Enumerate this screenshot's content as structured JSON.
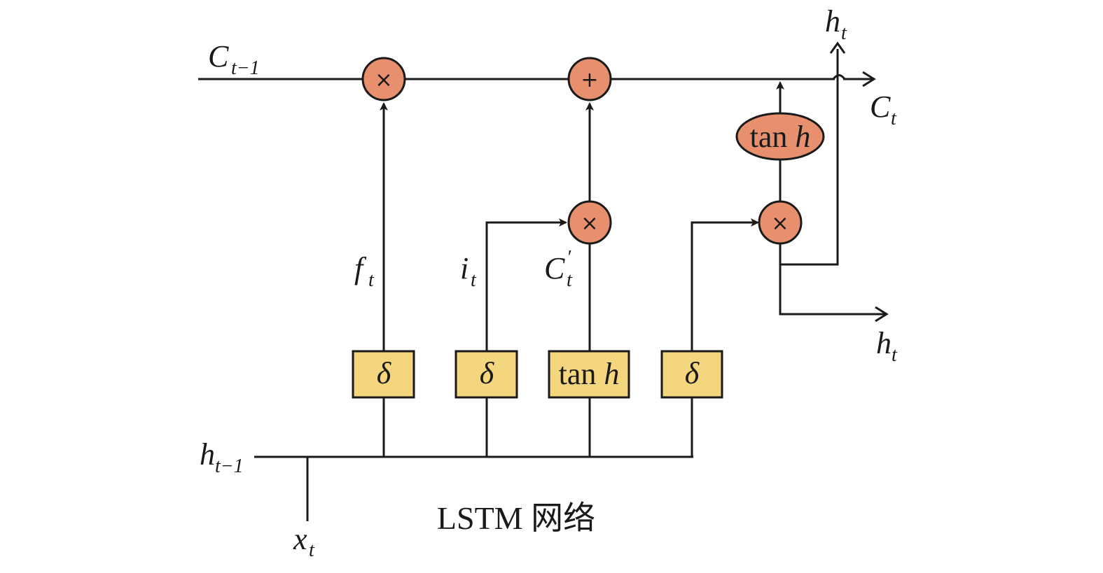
{
  "title": "LSTM 网络",
  "inputs": {
    "cell_prev": {
      "main": "C",
      "sub": "t−1"
    },
    "hidden_prev": {
      "main": "h",
      "sub": "t−1"
    },
    "x": {
      "main": "x",
      "sub": "t"
    }
  },
  "outputs": {
    "cell": {
      "main": "C",
      "sub": "t"
    },
    "hidden_top": {
      "main": "h",
      "sub": "t"
    },
    "hidden_right": {
      "main": "h",
      "sub": "t"
    }
  },
  "signals": {
    "forget": {
      "main": "f",
      "sub": "t"
    },
    "input": {
      "main": "i",
      "sub": "t"
    },
    "candidate": {
      "main": "C",
      "prime": "′",
      "sub": "t"
    }
  },
  "gates": {
    "forget": {
      "symbol": "δ"
    },
    "input": {
      "symbol": "δ"
    },
    "candidate": {
      "text": "tan",
      "italic": "h"
    },
    "output": {
      "symbol": "δ"
    }
  },
  "ops": {
    "multiply": "×",
    "add": "+"
  },
  "tanh_ellipse": {
    "text": "tan",
    "italic": "h"
  },
  "colors": {
    "operator_fill": "#e8906e",
    "gate_fill": "#f4d67e",
    "line": "#1a1a1a"
  }
}
